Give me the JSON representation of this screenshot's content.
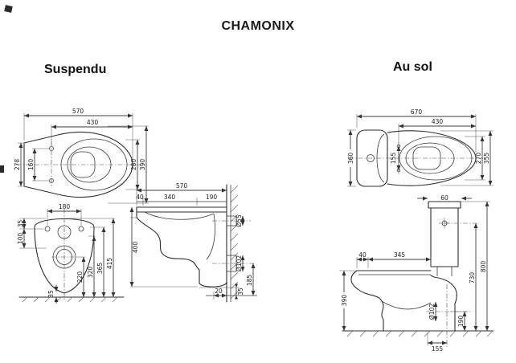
{
  "title": "CHAMONIX",
  "sections": {
    "suspendu": {
      "heading": "Suspendu",
      "plan": {
        "length_overall": "570",
        "length_bowl": "430",
        "depth_back": "278",
        "hole_spacing": "160",
        "width_bowl": "280",
        "width_overall": "390"
      },
      "front": {
        "hole_spacing": "180",
        "rim_to_holes": "35",
        "holes_to_inlet": "100",
        "floor_to_drain": "220",
        "floor_to_inlet": "320",
        "floor_to_rim": "365",
        "floor_to_top": "415",
        "bottom_gap": "35"
      },
      "side": {
        "length_overall": "570",
        "seg_front": "40",
        "seg_mid": "340",
        "seg_back": "190",
        "height": "400",
        "inlet_dia": "Ø55",
        "drain_dia": "Ø102",
        "drain_height": "185",
        "bottom_offset": "20",
        "bottom_gap": "35"
      }
    },
    "au_sol": {
      "heading": "Au sol",
      "plan": {
        "length_overall": "670",
        "length_bowl": "430",
        "depth_back": "360",
        "hole_spacing": "155",
        "width_bowl": "270",
        "width_overall": "355"
      },
      "side": {
        "top_width": "60",
        "seat_setback": "40",
        "seat_depth": "345",
        "seat_height": "390",
        "inlet_height": "730",
        "total_height": "800",
        "drain_dia": "Ø102",
        "drain_height": "190",
        "drain_setback": "155"
      }
    }
  }
}
